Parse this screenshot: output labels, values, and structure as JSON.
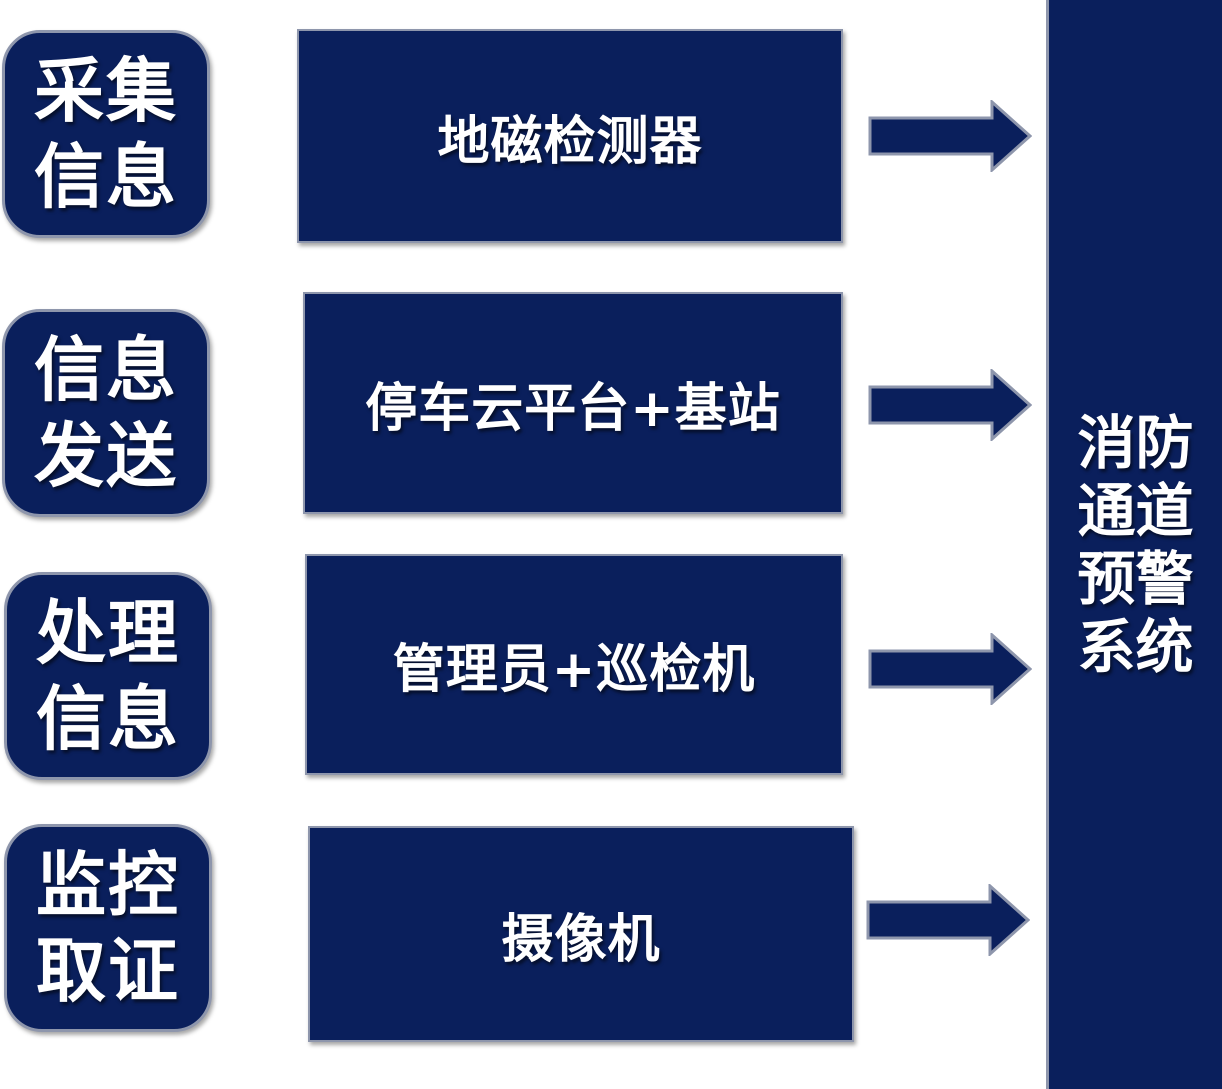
{
  "rows": [
    {
      "category": "采集信息",
      "component": "地磁检测器"
    },
    {
      "category": "信息发送",
      "component": "停车云平台+基站"
    },
    {
      "category": "处理信息",
      "component": "管理员+巡检机"
    },
    {
      "category": "监控取证",
      "component": "摄像机"
    }
  ],
  "target": {
    "label": "消防通道预警系统"
  },
  "colors": {
    "box_fill": "#0a1f5c",
    "box_border": "#8e96ac",
    "arrow_fill": "#0a1f5c",
    "text": "#ffffff"
  },
  "icons": {
    "flow_arrow": "right-arrow-icon"
  }
}
